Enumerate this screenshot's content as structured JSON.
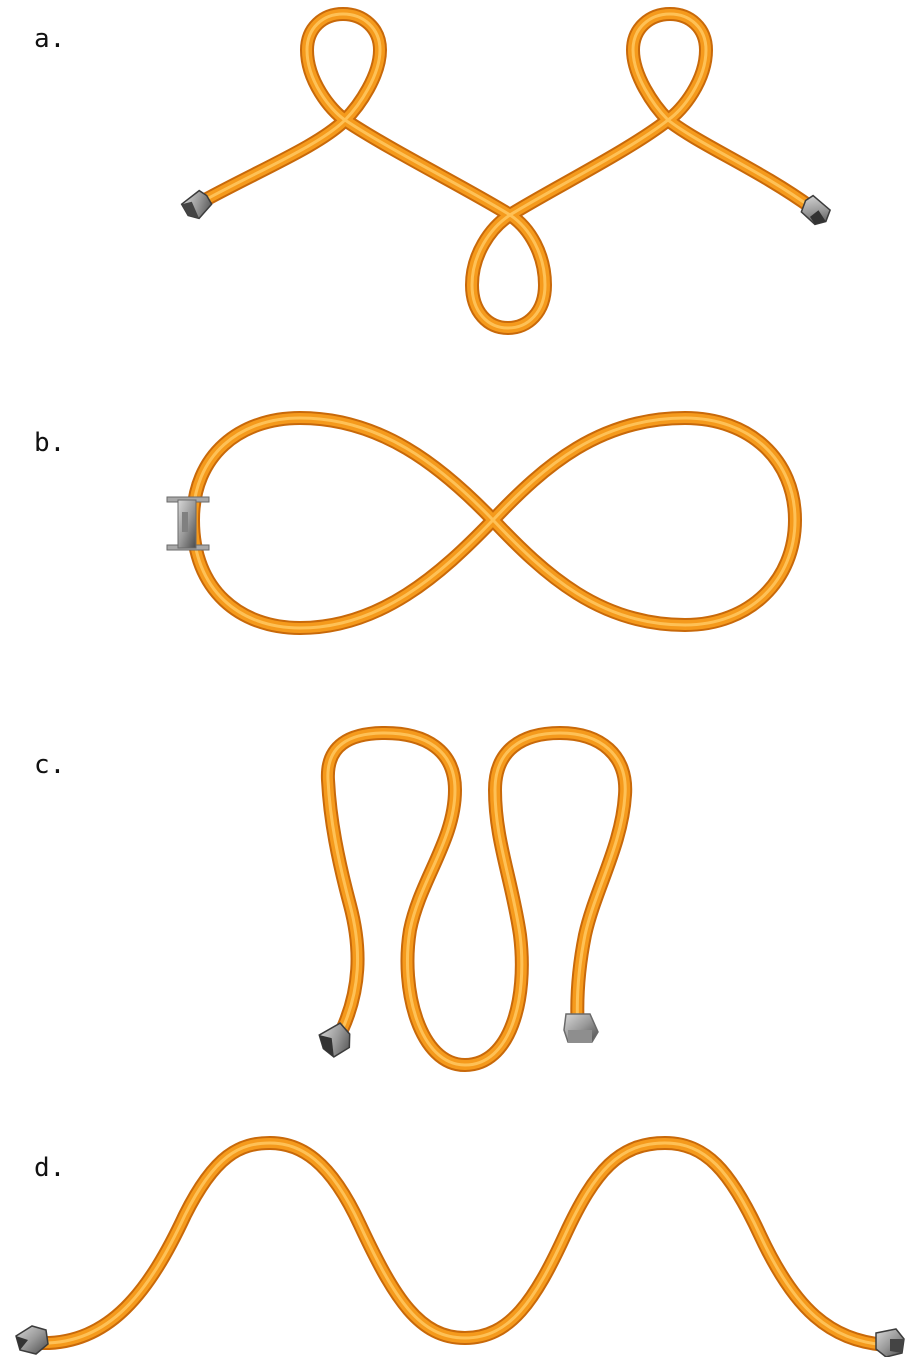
{
  "panels": [
    {
      "label": "a.",
      "shape": "three-loop cable with two end connectors"
    },
    {
      "label": "b.",
      "shape": "figure-eight cable with single connector"
    },
    {
      "label": "c.",
      "shape": "serpentine folded cable with two end connectors"
    },
    {
      "label": "d.",
      "shape": "sinusoidal wave cable with two end connectors"
    }
  ],
  "colors": {
    "cable_main": "#F59A1C",
    "cable_dark": "#C8690A",
    "cable_highlight": "#FFC860",
    "connector_light": "#B8B8B8",
    "connector_dark": "#555555",
    "background": "#FFFFFF"
  }
}
